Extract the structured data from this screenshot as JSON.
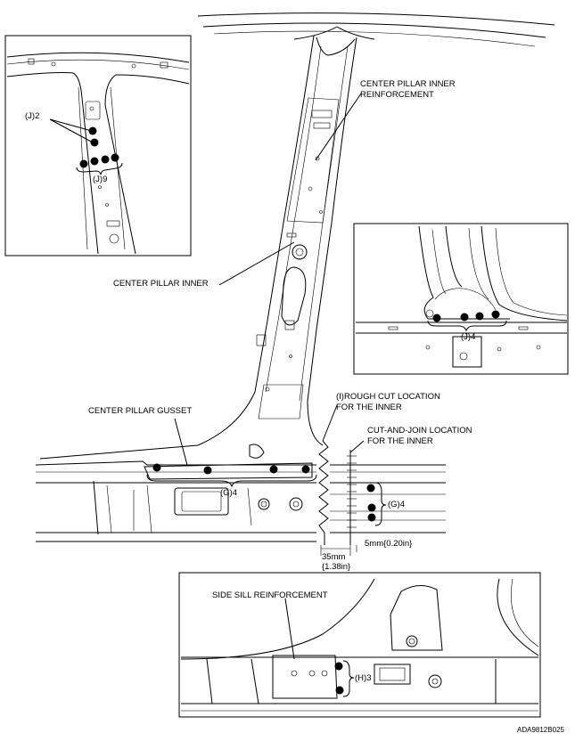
{
  "labels": {
    "center_pillar_inner_reinforcement": "CENTER PILLAR INNER\nREINFORCEMENT",
    "center_pillar_inner": "CENTER PILLAR INNER",
    "center_pillar_gusset": "CENTER PILLAR GUSSET",
    "rough_cut": "(I)ROUGH CUT LOCATION\nFOR THE INNER",
    "cut_and_join": "CUT-AND-JOIN LOCATION\nFOR THE INNER",
    "side_sill_reinforcement": "SIDE SILL REINFORCEMENT",
    "g4_main": "(G)4",
    "g4_side": "(G)4",
    "dim_35": "35mm\n{1.38in}",
    "dim_5": "5mm{0.20in}",
    "h3": "(H)3",
    "j2": "(J)2",
    "j9": "(J)9",
    "j4": "(J)4",
    "code": "ADA9812B025"
  }
}
